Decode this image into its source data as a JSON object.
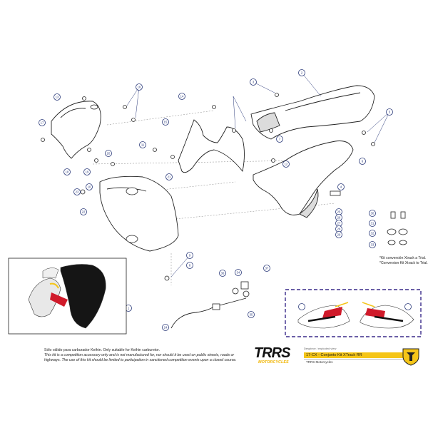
{
  "diagram": {
    "callouts": [
      "1",
      "2",
      "3",
      "4",
      "5",
      "6",
      "7",
      "8",
      "9",
      "10",
      "11",
      "12",
      "13",
      "14",
      "15",
      "16",
      "17",
      "18",
      "19",
      "20",
      "21",
      "22",
      "23",
      "24",
      "25",
      "26",
      "27",
      "28",
      "29",
      "30",
      "31",
      "32",
      "33",
      "34",
      "35",
      "36",
      "37"
    ],
    "kit_note": {
      "line1": "*Kit conversión Xtrack a Trial.",
      "line2": "*Conversion Kit Xtrack to Trial."
    },
    "notes": {
      "line1": "Sólo válido  para carburador Keihin. Only suitable for Keihin carburetor.",
      "line2": "This kit is a competition accessory only and is not manufactured for, nor should it be used on public streets, roads or",
      "line3": "highways. The use of this kit should be limited to participation in sanctioned competition events upon a closed course."
    },
    "brand": {
      "wordmark": "TRRS",
      "subtitle": "MOTORCYCLES"
    },
    "title_block": {
      "header": "Despiece / exploded view",
      "title": "17-CX - Conjunto  Kit XTrack RR",
      "company": "TRRS Motorcycles"
    },
    "colors": {
      "callout": "#2b3a7a",
      "highlight_frame": "#3a2a8a",
      "accent_yellow": "#f5c518",
      "decal_red": "#d01a2a"
    }
  }
}
